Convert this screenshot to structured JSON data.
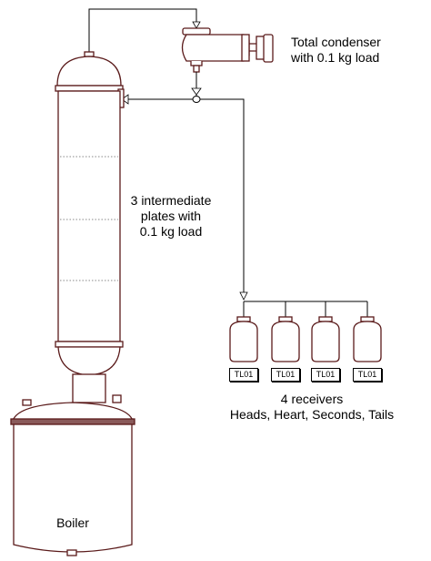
{
  "condenser": {
    "label_line1": "Total condenser",
    "label_line2": "with 0.1 kg load"
  },
  "column": {
    "label_line1": "3 intermediate",
    "label_line2": "plates with",
    "label_line3": "0.1 kg load",
    "intermediate_plates": 3
  },
  "receivers": {
    "count": 4,
    "tags": [
      "TL01",
      "TL01",
      "TL01",
      "TL01"
    ],
    "label_line1": "4 receivers",
    "label_line2": "Heads, Heart, Seconds, Tails"
  },
  "boiler": {
    "label": "Boiler"
  },
  "colors": {
    "vessel_outline": "#5a1a1a",
    "line": "#000000",
    "plate_dots": "#888888"
  }
}
